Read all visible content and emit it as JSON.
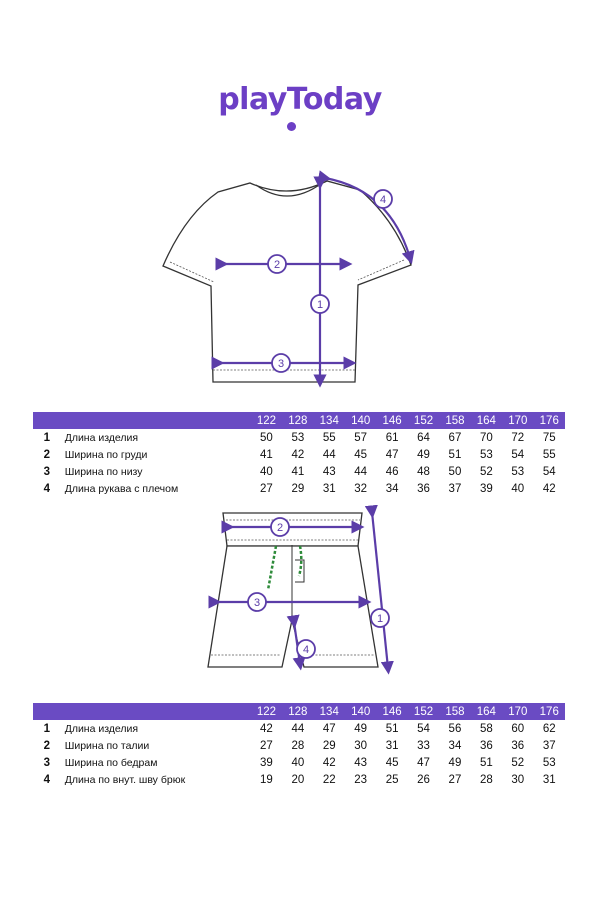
{
  "brand": {
    "logo_text": "playToday",
    "accent_color": "#6c3fc5",
    "header_color": "#6a4bc3"
  },
  "markers": {
    "m1": "1",
    "m2": "2",
    "m3": "3",
    "m4": "4"
  },
  "tshirt_table": {
    "sizes": [
      "122",
      "128",
      "134",
      "140",
      "146",
      "152",
      "158",
      "164",
      "170",
      "176"
    ],
    "rows": [
      {
        "num": "1",
        "label": "Длина изделия",
        "values": [
          "50",
          "53",
          "55",
          "57",
          "61",
          "64",
          "67",
          "70",
          "72",
          "75"
        ]
      },
      {
        "num": "2",
        "label": "Ширина по груди",
        "values": [
          "41",
          "42",
          "44",
          "45",
          "47",
          "49",
          "51",
          "53",
          "54",
          "55"
        ]
      },
      {
        "num": "3",
        "label": "Ширина по низу",
        "values": [
          "40",
          "41",
          "43",
          "44",
          "46",
          "48",
          "50",
          "52",
          "53",
          "54"
        ]
      },
      {
        "num": "4",
        "label": "Длина рукава с плечом",
        "values": [
          "27",
          "29",
          "31",
          "32",
          "34",
          "36",
          "37",
          "39",
          "40",
          "42"
        ]
      }
    ]
  },
  "shorts_table": {
    "sizes": [
      "122",
      "128",
      "134",
      "140",
      "146",
      "152",
      "158",
      "164",
      "170",
      "176"
    ],
    "rows": [
      {
        "num": "1",
        "label": "Длина изделия",
        "values": [
          "42",
          "44",
          "47",
          "49",
          "51",
          "54",
          "56",
          "58",
          "60",
          "62"
        ]
      },
      {
        "num": "2",
        "label": "Ширина по талии",
        "values": [
          "27",
          "28",
          "29",
          "30",
          "31",
          "33",
          "34",
          "36",
          "36",
          "37"
        ]
      },
      {
        "num": "3",
        "label": "Ширина по бедрам",
        "values": [
          "39",
          "40",
          "42",
          "43",
          "45",
          "47",
          "49",
          "51",
          "52",
          "53"
        ]
      },
      {
        "num": "4",
        "label": "Длина по внут. шву брюк",
        "values": [
          "19",
          "20",
          "22",
          "23",
          "25",
          "26",
          "27",
          "28",
          "30",
          "31"
        ]
      }
    ]
  }
}
